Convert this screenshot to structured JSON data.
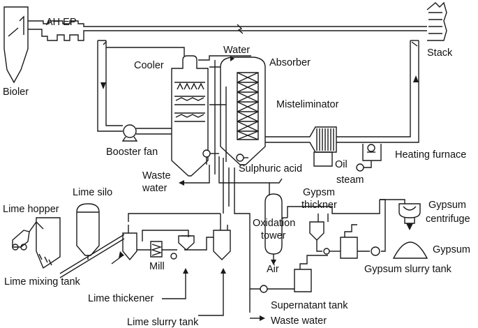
{
  "labels": {
    "ah_ep": "AH EP",
    "stack": "Stack",
    "bioler": "Bioler",
    "water_top": "Water",
    "cooler": "Cooler",
    "absorber": "Absorber",
    "misteliminator": "Misteliminator",
    "booster_fan": "Booster fan",
    "sulphuric_acid": "Sulphuric acid",
    "oil": "Oil",
    "steam": "steam",
    "heating_furnace": "Heating furnace",
    "waste_water_1": "Waste",
    "waste_water_2": "water",
    "lime_silo": "Lime silo",
    "lime_hopper": "Lime hopper",
    "oxidation_1": "Oxidation",
    "oxidation_2": "tower",
    "gypsm_thickner_1": "Gypsm",
    "gypsm_thickner_2": "thickner",
    "gypsum_centrifuge_1": "Gypsum",
    "gypsum_centrifuge_2": "centrifuge",
    "gypsum": "Gypsum",
    "gypsum_slurry_tank": "Gypsum slurry tank",
    "air": "Air",
    "mill": "Mill",
    "lime_mixing_tank": "Lime mixing tank",
    "lime_thickener": "Lime thickener",
    "supernatant_tank": "Supernatant tank",
    "lime_slurry_tank": "Lime slurry tank",
    "waste_water_bottom": "Waste water"
  }
}
